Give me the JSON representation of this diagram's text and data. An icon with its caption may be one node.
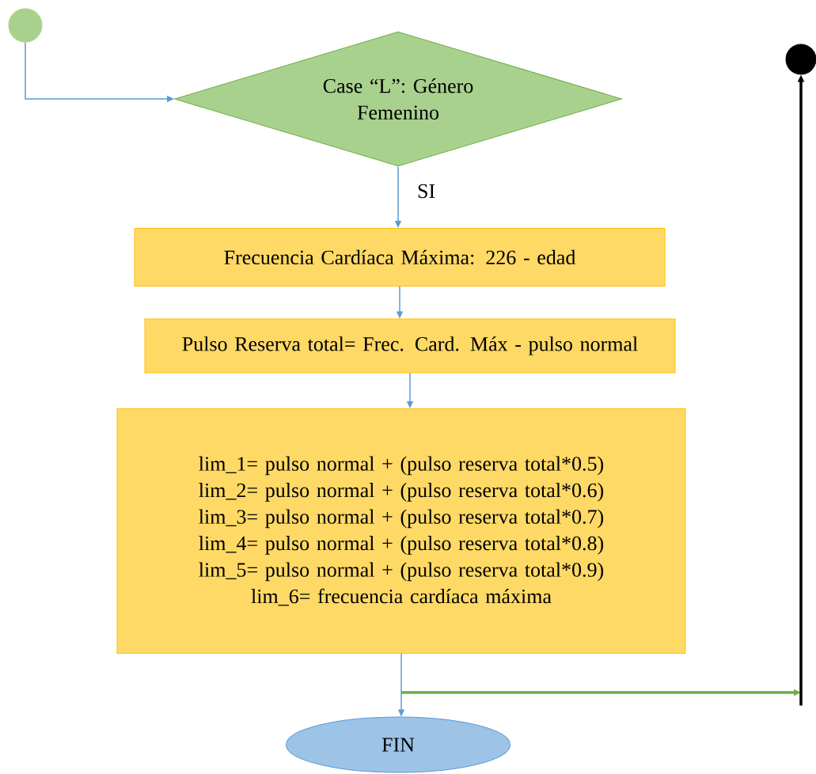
{
  "diagram": {
    "nodes": [
      {
        "text": [],
        "shape": "circle"
      },
      {
        "text": [
          "Case “L”: Género Femenino"
        ]
      },
      {
        "text": [
          "Frecuencia Cardíaca Máxima: 226 - edad"
        ]
      },
      {
        "text": [
          "Pulso Reserva total= Frec. Card. Máx - pulso normal"
        ]
      },
      {
        "text": [
          "lim_1= pulso normal + (pulso reserva total*0.5)",
          "lim_2= pulso normal + (pulso reserva total*0.6)",
          "lim_3= pulso normal + (pulso reserva total*0.7)",
          "lim_4= pulso normal + (pulso reserva total*0.8)",
          "lim_5= pulso normal + (pulso reserva total*0.9)",
          "lim_6= frecuencia cardíaca máxima"
        ]
      },
      {
        "text": [
          "FIN"
        ]
      },
      {
        "text": [],
        "shape": "circle"
      }
    ],
    "edges": [
      {
        "from": 0,
        "to": 1,
        "arrow": "to"
      },
      {
        "from": 1,
        "to": 2,
        "arrow": "to",
        "label": "SI"
      },
      {
        "from": 2,
        "to": 3,
        "arrow": "to"
      },
      {
        "from": 3,
        "to": 4,
        "arrow": "to"
      },
      {
        "from": 4,
        "to": 5,
        "arrow": "to"
      },
      {
        "from": 4,
        "to": null,
        "arrow": "to",
        "color": "#70ad47",
        "style": "thick"
      },
      {
        "from": null,
        "to": 6,
        "arrow": "to",
        "color": "#000000",
        "style": "thick"
      }
    ]
  }
}
